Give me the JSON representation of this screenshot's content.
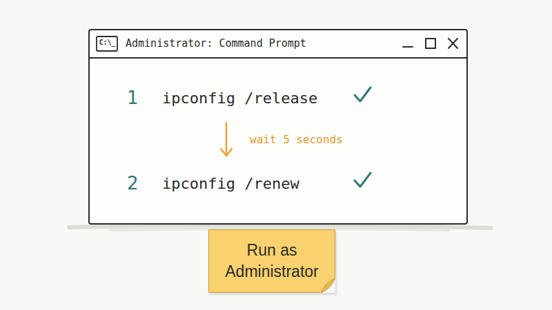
{
  "diagram": {
    "nodes": [
      {
        "text": [
          "Administrator: Command Prompt"
        ]
      },
      {
        "text": [
          "1",
          "ipconfig /release"
        ],
        "in": 0
      },
      {
        "text": [
          "2",
          "ipconfig /renew"
        ],
        "in": 0
      },
      {
        "text": [
          "Run as Administrator"
        ]
      }
    ],
    "edges": [
      {
        "from": 1,
        "to": 2,
        "arrow": "to",
        "label": "wait 5 seconds"
      }
    ],
    "labels": [
      "C:\\_"
    ]
  }
}
